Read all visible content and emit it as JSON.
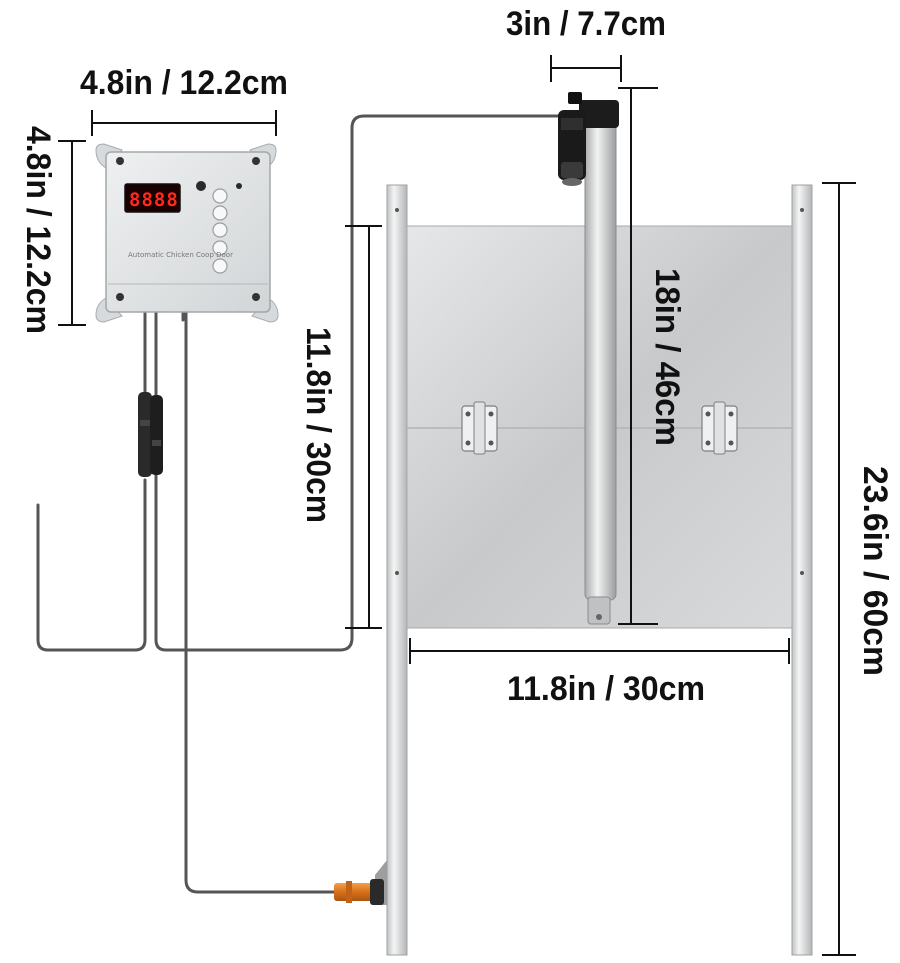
{
  "dimensions": {
    "actuator_width": "3in / 7.7cm",
    "controller_width": "4.8in / 12.2cm",
    "controller_height": "4.8in / 12.2cm",
    "door_height": "11.8in / 30cm",
    "actuator_stroke": "18in / 46cm",
    "door_width": "11.8in / 30cm",
    "frame_height": "23.6in / 60cm"
  },
  "controller": {
    "display": "8888",
    "label": "Automatic Chicken Coop Door"
  },
  "colors": {
    "dimension_line": "#111111",
    "cable": "#555555",
    "controller_body": "#e4e6e7",
    "led": "#ff2a1a",
    "sensor": "#e07a1a",
    "steel": "#c9cbcd"
  }
}
